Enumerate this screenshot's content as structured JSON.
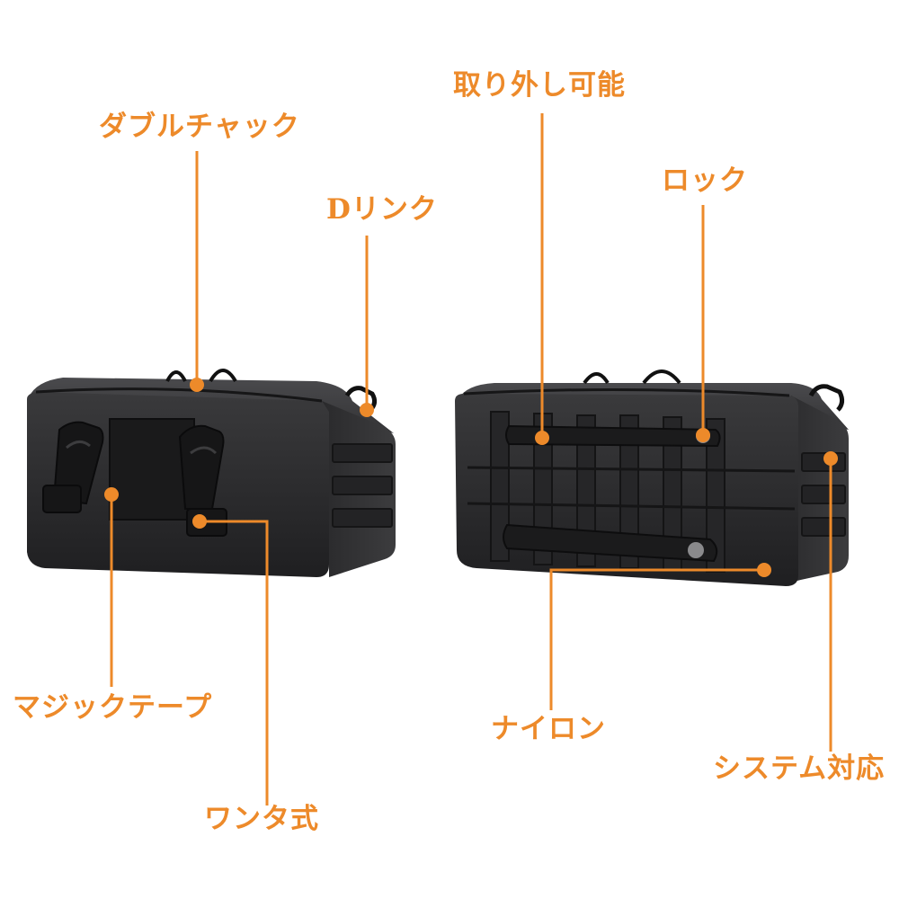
{
  "accent_color": "#ed8a2a",
  "bag_color": "#2b2b2d",
  "labels": {
    "double_zipper": "ダブルチャック",
    "d_ring": "Dリンク",
    "detachable": "取り外し可能",
    "lock": "ロック",
    "velcro": "マジックテープ",
    "one_touch": "ワンタ式",
    "nylon": "ナイロン",
    "system_compatible": "システム対応"
  }
}
